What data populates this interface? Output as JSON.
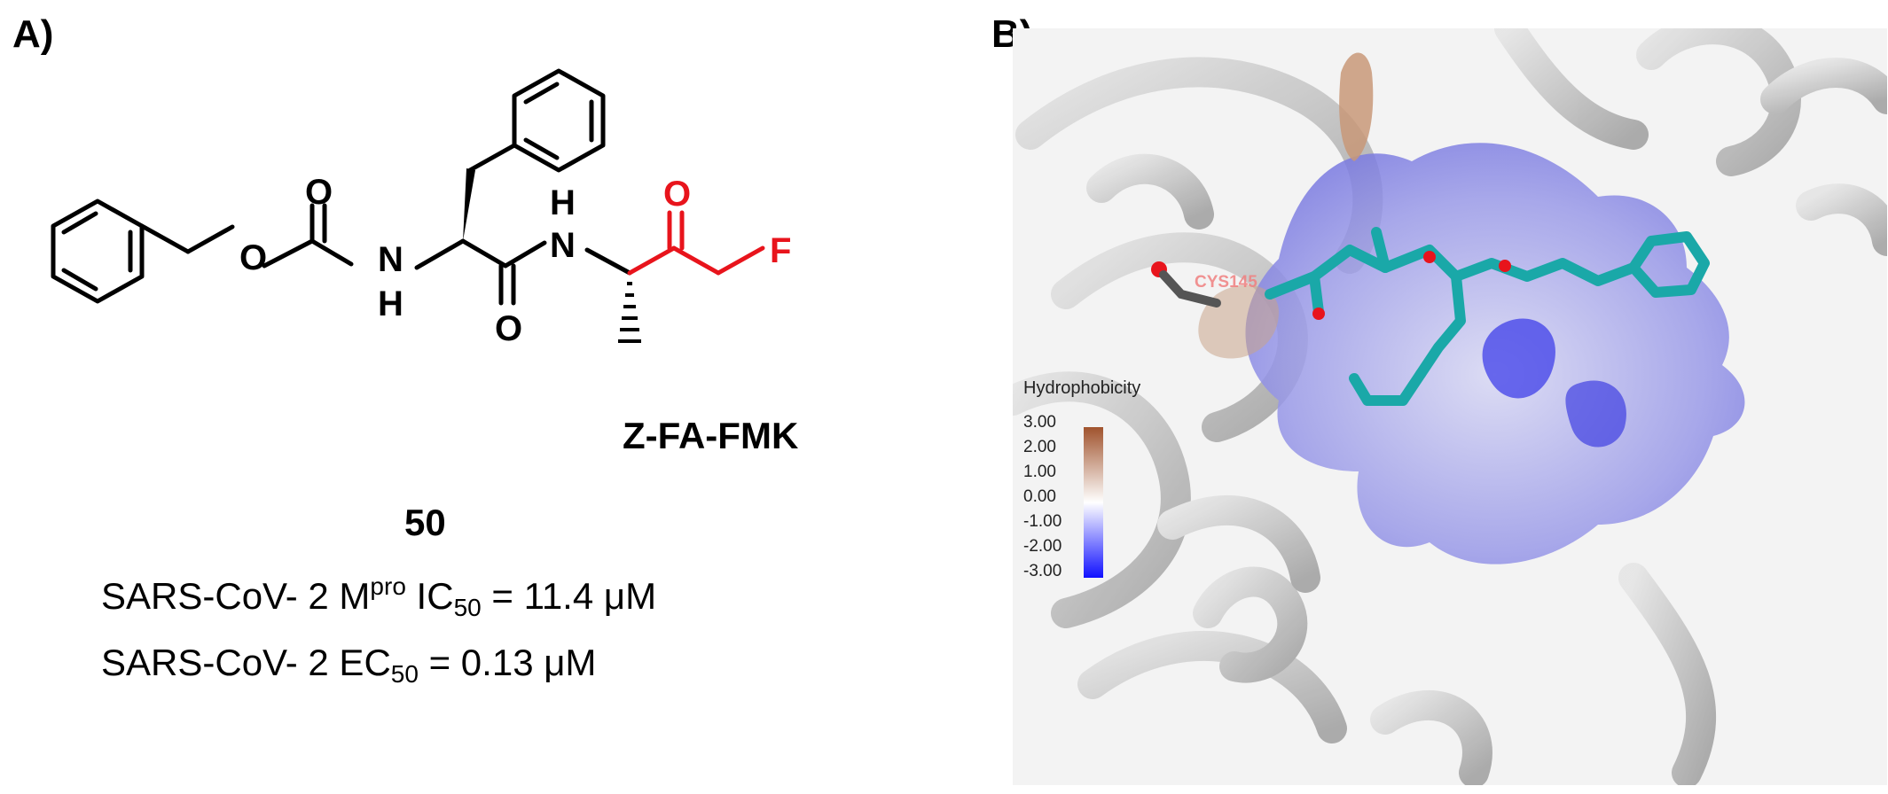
{
  "panel_a": {
    "label": "A)",
    "atoms": {
      "o_carbonyl_carbamate": "O",
      "o_ester": "O",
      "n_carbamate": "N",
      "h_carbamate": "H",
      "o_amide": "O",
      "n_amide": "N",
      "h_amide": "H",
      "o_ketone": "O",
      "f_fluorine": "F"
    },
    "compound_name": "Z-FA-FMK",
    "compound_number": "50",
    "activity_1": {
      "prefix": "SARS-CoV- 2 M",
      "sup": "pro",
      "mid": " IC",
      "sub": "50",
      "value": " = 11.4 μM"
    },
    "activity_2": {
      "prefix": "SARS-CoV- 2 EC",
      "sub": "50",
      "value": " = 0.13 μM"
    }
  },
  "panel_b": {
    "label": "B)",
    "residue_label": "CYS145",
    "legend": {
      "title": "Hydrophobicity",
      "ticks": [
        "3.00",
        "2.00",
        "1.00",
        "0.00",
        "-1.00",
        "-2.00",
        "-3.00"
      ],
      "colors": {
        "top": "#a0532d",
        "middle": "#ffffff",
        "bottom": "#1010ff"
      }
    },
    "colors": {
      "ligand": "#1aa8a8",
      "protein": "#c8c8c8",
      "surface": "#8c8ce6"
    }
  }
}
